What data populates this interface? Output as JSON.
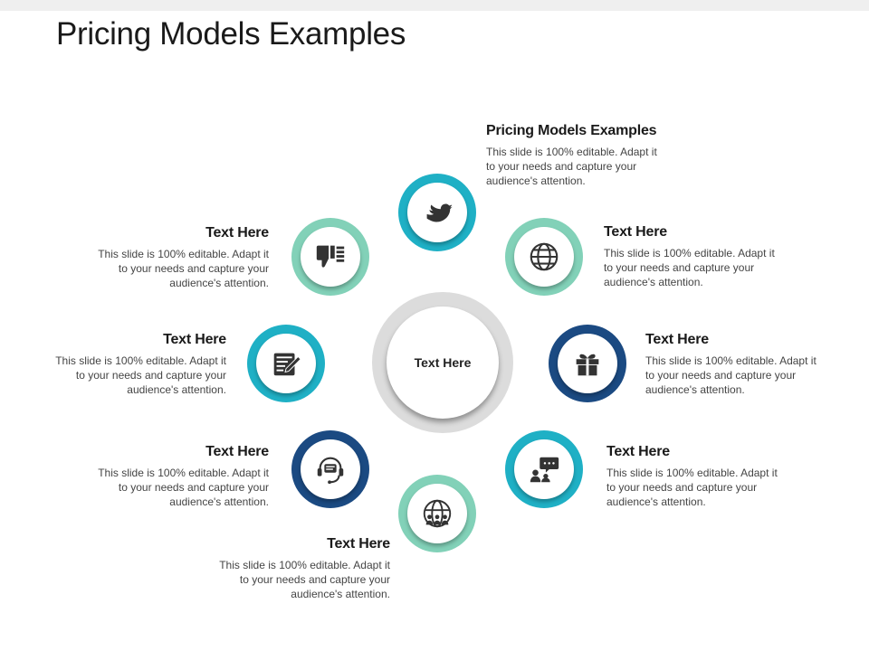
{
  "title": "Pricing Models Examples",
  "center": {
    "label": "Text Here"
  },
  "items": [
    {
      "heading": "Pricing Models Examples",
      "text": "This slide is 100% editable. Adapt it to your needs and capture your audience's attention.",
      "icon": "bird-icon",
      "color": "#1fb0c5"
    },
    {
      "heading": "Text Here",
      "text": "This slide is 100% editable. Adapt it to your needs and capture your audience's attention.",
      "icon": "globe-icon",
      "color": "#82d1b8"
    },
    {
      "heading": "Text Here",
      "text": "This slide is 100% editable. Adapt it to your needs and capture your audience's attention.",
      "icon": "gift-icon",
      "color": "#1b4a82"
    },
    {
      "heading": "Text Here",
      "text": "This slide is 100% editable. Adapt it to your needs and capture your audience's attention.",
      "icon": "chat-people-icon",
      "color": "#1fb0c5"
    },
    {
      "heading": "Text Here",
      "text": "This slide is 100% editable. Adapt it to your needs and capture your audience's attention.",
      "icon": "globe-network-icon",
      "color": "#82d1b8"
    },
    {
      "heading": "Text Here",
      "text": "This slide is 100% editable. Adapt it to your needs and capture your audience's attention.",
      "icon": "headset-icon",
      "color": "#1b4a82"
    },
    {
      "heading": "Text Here",
      "text": "This slide is 100% editable. Adapt it to your needs and capture your audience's attention.",
      "icon": "document-pen-icon",
      "color": "#1fb0c5"
    },
    {
      "heading": "Text Here",
      "text": "This slide is 100% editable. Adapt it to your needs and capture your audience's attention.",
      "icon": "thumbs-down-icon",
      "color": "#82d1b8"
    }
  ]
}
